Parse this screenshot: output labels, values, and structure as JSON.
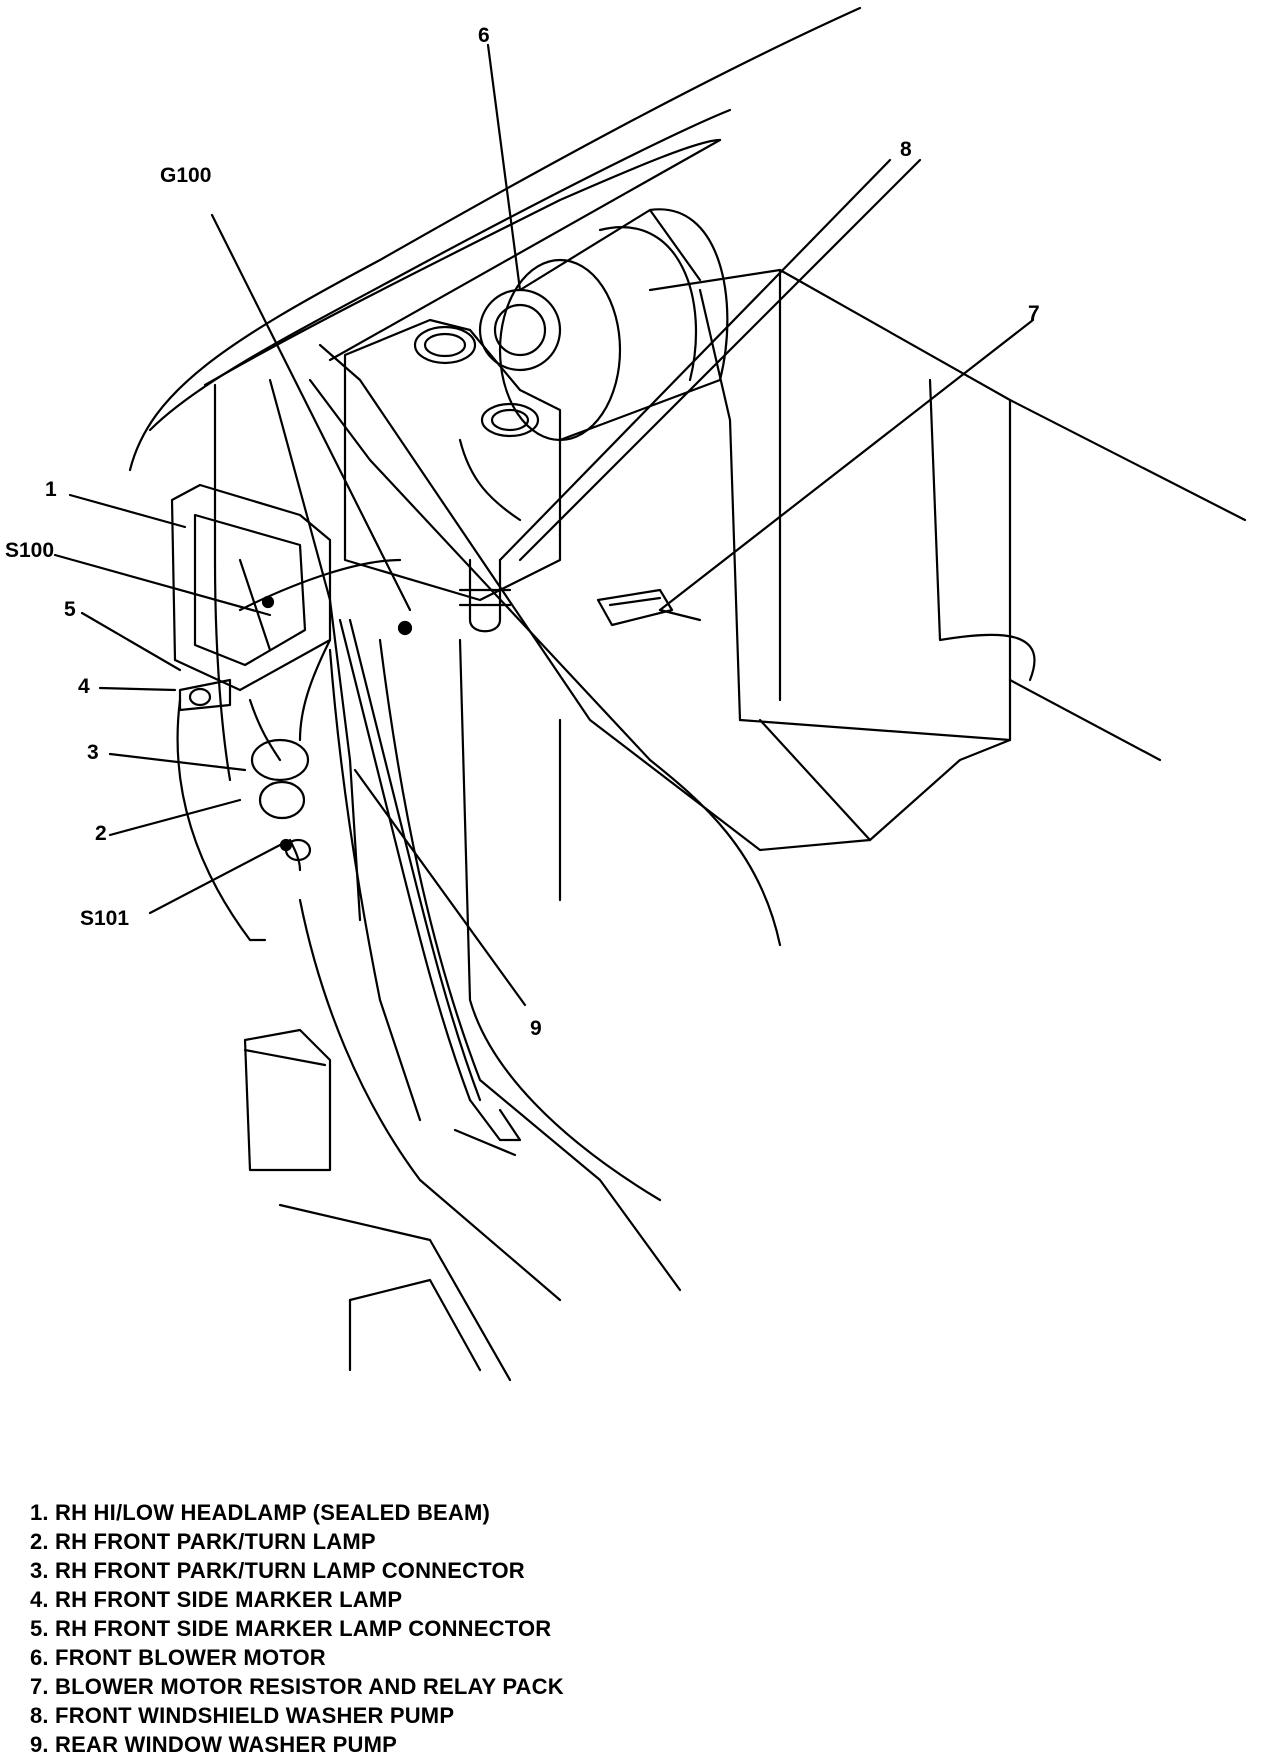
{
  "callouts": {
    "c6": "6",
    "c8": "8",
    "g100": "G100",
    "c7": "7",
    "c1": "1",
    "s100": "S100",
    "c5": "5",
    "c4": "4",
    "c3": "3",
    "c2": "2",
    "s101": "S101",
    "c9": "9"
  },
  "legend": [
    "1. RH HI/LOW HEADLAMP (SEALED BEAM)",
    "2. RH FRONT PARK/TURN LAMP",
    "3. RH FRONT PARK/TURN LAMP CONNECTOR",
    "4. RH FRONT SIDE MARKER LAMP",
    "5. RH FRONT SIDE MARKER LAMP CONNECTOR",
    "6. FRONT BLOWER MOTOR",
    "7. BLOWER MOTOR RESISTOR AND RELAY PACK",
    "8. FRONT WINDSHIELD WASHER PUMP",
    "9. REAR WINDOW WASHER PUMP"
  ]
}
